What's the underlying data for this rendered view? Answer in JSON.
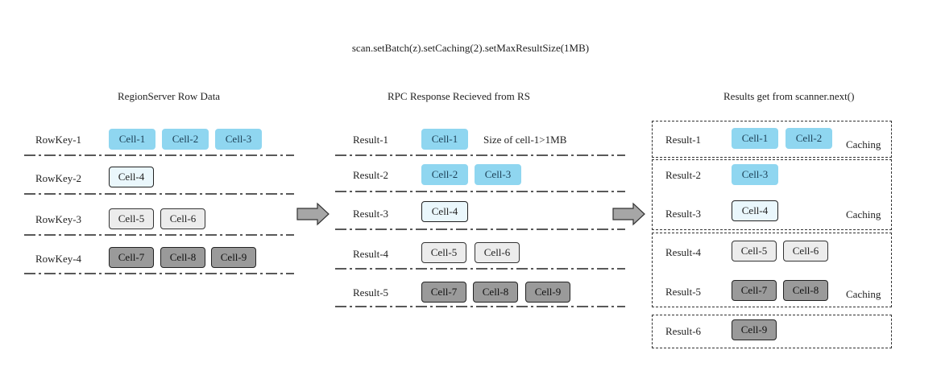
{
  "header": {
    "code": "scan.setBatch(z).setCaching(2).setMaxResultSize(1MB)"
  },
  "panels": {
    "left": {
      "title": "RegionServer Row Data",
      "rows": [
        {
          "label": "RowKey-1",
          "cells": [
            "Cell-1",
            "Cell-2",
            "Cell-3"
          ]
        },
        {
          "label": "RowKey-2",
          "cells": [
            "Cell-4"
          ]
        },
        {
          "label": "RowKey-3",
          "cells": [
            "Cell-5",
            "Cell-6"
          ]
        },
        {
          "label": "RowKey-4",
          "cells": [
            "Cell-7",
            "Cell-8",
            "Cell-9"
          ]
        }
      ]
    },
    "middle": {
      "title": "RPC Response Recieved from RS",
      "rows": [
        {
          "label": "Result-1",
          "cells": [
            "Cell-1"
          ],
          "note": "Size of cell-1>1MB"
        },
        {
          "label": "Result-2",
          "cells": [
            "Cell-2",
            "Cell-3"
          ]
        },
        {
          "label": "Result-3",
          "cells": [
            "Cell-4"
          ]
        },
        {
          "label": "Result-4",
          "cells": [
            "Cell-5",
            "Cell-6"
          ]
        },
        {
          "label": "Result-5",
          "cells": [
            "Cell-7",
            "Cell-8",
            "Cell-9"
          ]
        }
      ]
    },
    "right": {
      "title": "Results get from scanner.next()",
      "caching_label": "Caching",
      "rows": [
        {
          "label": "Result-1",
          "cells": [
            "Cell-1",
            "Cell-2"
          ]
        },
        {
          "label": "Result-2",
          "cells": [
            "Cell-3"
          ]
        },
        {
          "label": "Result-3",
          "cells": [
            "Cell-4"
          ]
        },
        {
          "label": "Result-4",
          "cells": [
            "Cell-5",
            "Cell-6"
          ]
        },
        {
          "label": "Result-5",
          "cells": [
            "Cell-7",
            "Cell-8"
          ]
        },
        {
          "label": "Result-6",
          "cells": [
            "Cell-9"
          ]
        }
      ]
    }
  },
  "colors": {
    "cell_blue": "#8fd6f0",
    "cell_outline_fill": "#eaf7fc",
    "cell_light_gray": "#ececec",
    "cell_dark_gray": "#9a9a9a",
    "arrow_fill": "#a6a6a6"
  }
}
